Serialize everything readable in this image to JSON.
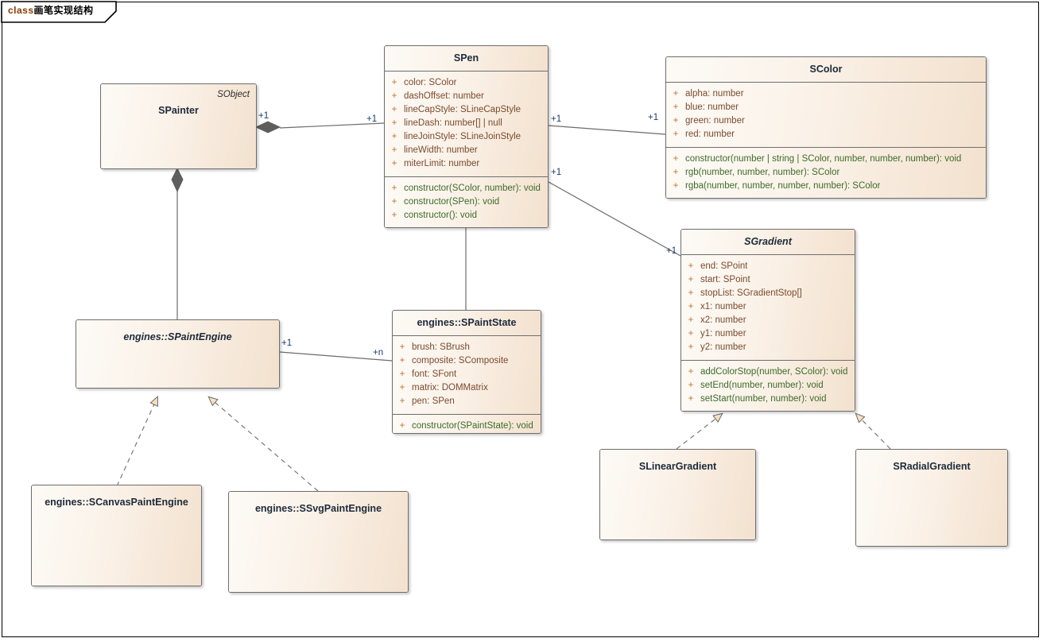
{
  "frame": {
    "keyword": "class",
    "title": "画笔实现结构"
  },
  "classes": {
    "spainter": {
      "name": "SPainter",
      "stereotype": "SObject",
      "attributes": [],
      "operations": []
    },
    "spen": {
      "name": "SPen",
      "attributes": [
        {
          "vis": "+",
          "text": "color: SColor"
        },
        {
          "vis": "+",
          "text": "dashOffset: number"
        },
        {
          "vis": "+",
          "text": "lineCapStyle: SLineCapStyle"
        },
        {
          "vis": "+",
          "text": "lineDash: number[] | null"
        },
        {
          "vis": "+",
          "text": "lineJoinStyle: SLineJoinStyle"
        },
        {
          "vis": "+",
          "text": "lineWidth: number"
        },
        {
          "vis": "+",
          "text": "miterLimit: number"
        }
      ],
      "operations": [
        {
          "vis": "+",
          "text": "constructor(SColor, number): void"
        },
        {
          "vis": "+",
          "text": "constructor(SPen): void"
        },
        {
          "vis": "+",
          "text": "constructor(): void"
        }
      ]
    },
    "scolor": {
      "name": "SColor",
      "attributes": [
        {
          "vis": "+",
          "text": "alpha: number"
        },
        {
          "vis": "+",
          "text": "blue: number"
        },
        {
          "vis": "+",
          "text": "green: number"
        },
        {
          "vis": "+",
          "text": "red: number"
        }
      ],
      "operations": [
        {
          "vis": "+",
          "text": "constructor(number | string | SColor, number, number, number): void"
        },
        {
          "vis": "+",
          "text": "rgb(number, number, number): SColor"
        },
        {
          "vis": "+",
          "text": "rgba(number, number, number, number): SColor"
        }
      ]
    },
    "sgradient": {
      "name": "SGradient",
      "attributes": [
        {
          "vis": "+",
          "text": "end: SPoint"
        },
        {
          "vis": "+",
          "text": "start: SPoint"
        },
        {
          "vis": "+",
          "text": "stopList: SGradientStop[]"
        },
        {
          "vis": "+",
          "text": "x1: number"
        },
        {
          "vis": "+",
          "text": "x2: number"
        },
        {
          "vis": "+",
          "text": "y1: number"
        },
        {
          "vis": "+",
          "text": "y2: number"
        }
      ],
      "operations": [
        {
          "vis": "+",
          "text": "addColorStop(number, SColor): void"
        },
        {
          "vis": "+",
          "text": "setEnd(number, number): void"
        },
        {
          "vis": "+",
          "text": "setStart(number, number): void"
        }
      ]
    },
    "spaintengine": {
      "name": "engines::SPaintEngine",
      "attributes": [],
      "operations": []
    },
    "spaintstate": {
      "name": "engines::SPaintState",
      "attributes": [
        {
          "vis": "+",
          "text": "brush: SBrush"
        },
        {
          "vis": "+",
          "text": "composite: SComposite"
        },
        {
          "vis": "+",
          "text": "font: SFont"
        },
        {
          "vis": "+",
          "text": "matrix: DOMMatrix"
        },
        {
          "vis": "+",
          "text": "pen: SPen"
        }
      ],
      "operations": [
        {
          "vis": "+",
          "text": "constructor(SPaintState): void"
        }
      ]
    },
    "scanvaspaintengine": {
      "name": "engines::SCanvasPaintEngine"
    },
    "ssvgpaintengine": {
      "name": "engines::SSvgPaintEngine"
    },
    "slineargradient": {
      "name": "SLinearGradient"
    },
    "sradialgradient": {
      "name": "SRadialGradient"
    }
  },
  "multiplicities": {
    "painter_pen_src": "+1",
    "painter_pen_dst": "+1",
    "pen_color_src": "+1",
    "pen_color_dst": "+1",
    "pen_gradient_src": "+1",
    "pen_gradient_dst": "+1",
    "engine_state_src": "+1",
    "engine_state_dst": "+n"
  },
  "colors": {
    "box_fill_light": "#fdf8f3",
    "box_fill_dark": "#f3e1ce",
    "box_border": "#6e6e6e",
    "attribute_text": "#7a4a2e",
    "operation_text": "#3d6b2a",
    "visibility_text": "#c0732a",
    "title_text": "#1d2a3a",
    "multiplicity_text": "#1b3a6b",
    "link_line": "#6b6b6b",
    "arrow_fill": "#f6dfc0",
    "keyword_text": "#8a3a00"
  }
}
